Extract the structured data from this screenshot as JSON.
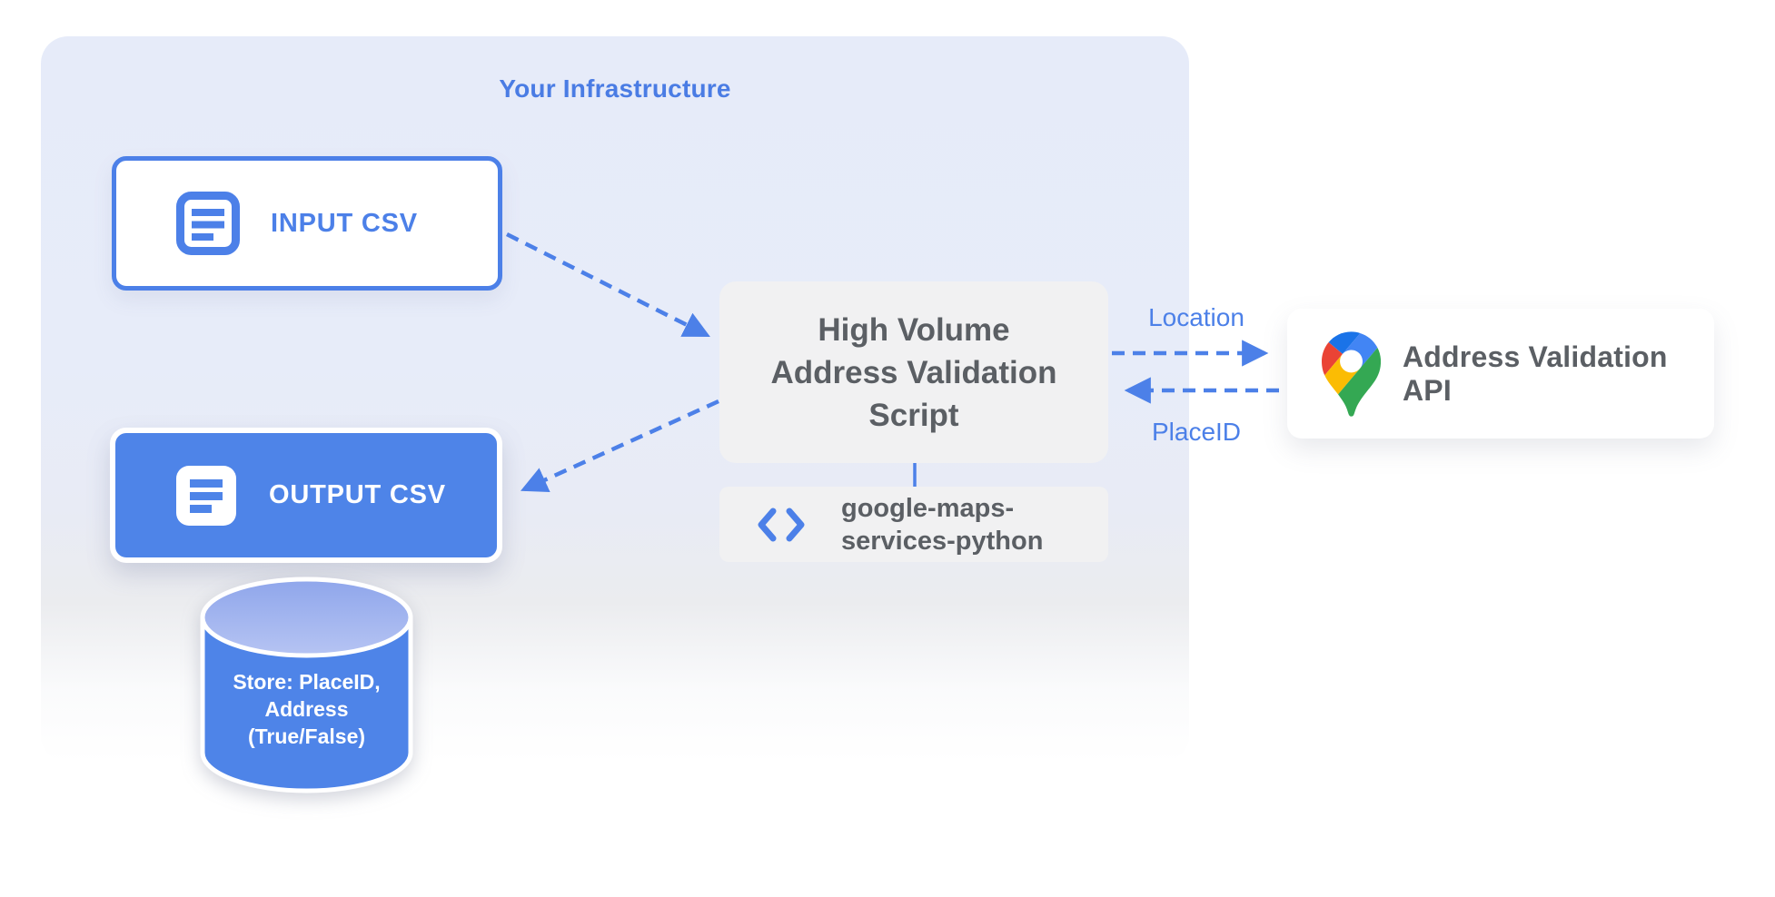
{
  "diagram": {
    "infrastructure_title": "Your Infrastructure",
    "input_csv": {
      "label": "INPUT CSV"
    },
    "output_csv": {
      "label": "OUTPUT CSV"
    },
    "datastore": {
      "line1": "Store: PlaceID,",
      "line2": "Address",
      "line3": "(True/False)"
    },
    "script": {
      "line1": "High Volume",
      "line2": "Address Validation",
      "line3": "Script"
    },
    "library": {
      "line1": "google-maps-",
      "line2": "services-python"
    },
    "api": {
      "label": "Address Validation API"
    },
    "edges": {
      "location": "Location",
      "placeid": "PlaceID"
    }
  },
  "icons": {
    "input_csv": "document-icon",
    "output_csv": "document-icon",
    "library": "code-icon",
    "api": "google-maps-pin-icon"
  },
  "colors": {
    "accent_blue": "#4C80E8",
    "node_blue_fill": "#4E84E8",
    "zone_lavender": "#E7ECF9",
    "gray_box": "#F1F1F2",
    "dark_text": "#5B5F64",
    "maps_pin_red": "#EA4335",
    "maps_pin_blue": "#4285F4",
    "maps_pin_yellow": "#FBBC04",
    "maps_pin_green": "#34A853"
  }
}
